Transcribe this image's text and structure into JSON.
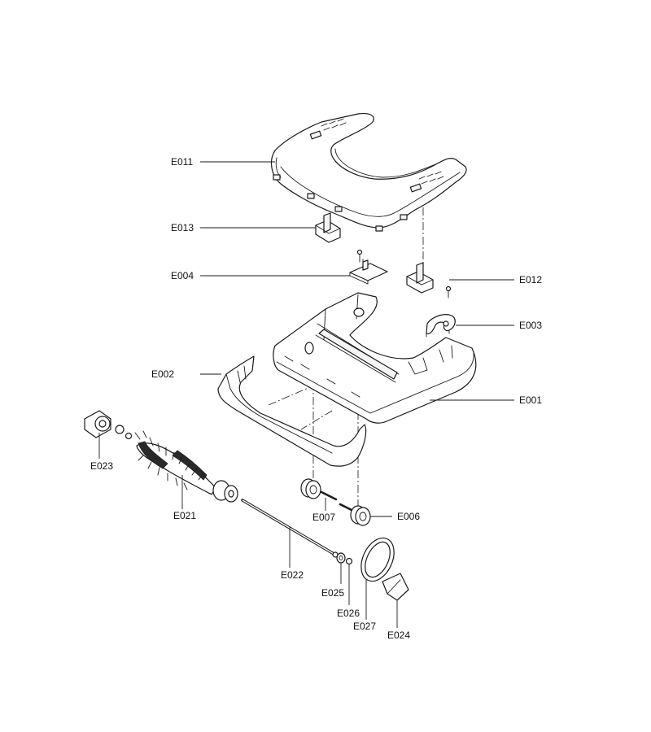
{
  "callouts": {
    "E001": "E001",
    "E002": "E002",
    "E003": "E003",
    "E004": "E004",
    "E006": "E006",
    "E007": "E007",
    "E011": "E011",
    "E012": "E012",
    "E013": "E013",
    "E021": "E021",
    "E022": "E022",
    "E023": "E023",
    "E024": "E024",
    "E025": "E025",
    "E026": "E026",
    "E027": "E027"
  }
}
